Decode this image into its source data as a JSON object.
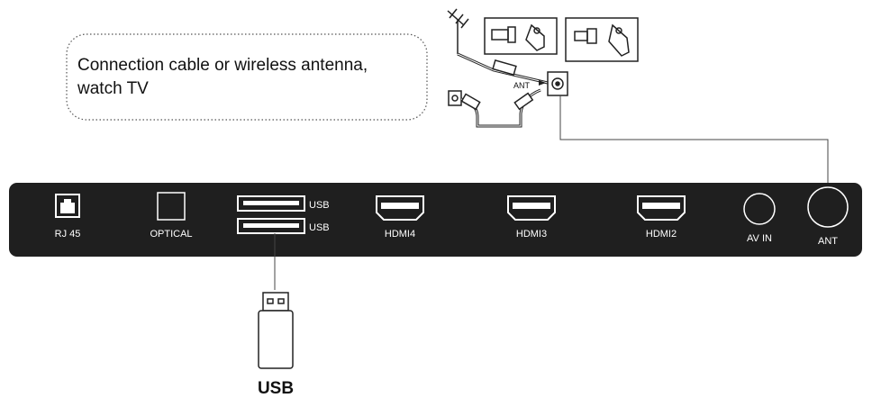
{
  "callout": {
    "line1": "Connection cable or wireless antenna,",
    "line2": "watch TV"
  },
  "inset": {
    "ant_label": "ANT"
  },
  "panel": {
    "ports": {
      "rj45": "RJ 45",
      "optical": "OPTICAL",
      "usb1": "USB",
      "usb2": "USB",
      "hdmi4": "HDMI4",
      "hdmi3": "HDMI3",
      "hdmi2": "HDMI2",
      "avin": "AV IN",
      "ant": "ANT"
    }
  },
  "device": {
    "label": "USB"
  },
  "colors": {
    "panel": "#1f1f1f",
    "port_stroke": "#ffffff",
    "line": "#444444"
  }
}
